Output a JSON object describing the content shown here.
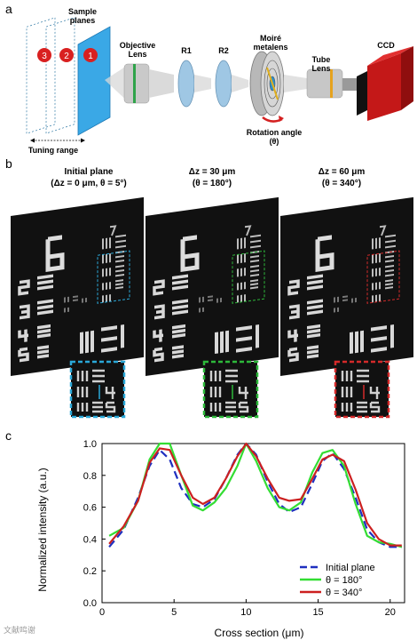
{
  "panel_labels": {
    "a": "a",
    "b": "b",
    "c": "c"
  },
  "schematic": {
    "sample_planes": "Sample planes",
    "plane_numbers": [
      "3",
      "2",
      "1"
    ],
    "tuning_range": "Tuning range",
    "objective_lens": "Objective Lens",
    "r1": "R1",
    "r2": "R2",
    "moire_metalens": "Moiré metalens",
    "rotation_angle": "Rotation angle (θ)",
    "tube_lens": "Tube Lens",
    "ccd": "CCD"
  },
  "images": {
    "captions": [
      {
        "line1": "Initial plane",
        "line2": "(Δz = 0 μm, θ = 5°)"
      },
      {
        "line1": "Δz = 30 μm",
        "line2": "(θ = 180°)"
      },
      {
        "line1": "Δz = 60 μm",
        "line2": "(θ = 340°)"
      }
    ],
    "frame_colors": [
      "#2aa8d8",
      "#2db83a",
      "#d42a2a"
    ]
  },
  "colors": {
    "blue": "#1f2fbf",
    "green": "#33dd33",
    "red": "#cc2020"
  },
  "watermark": "文献鸣谢",
  "chart_data": {
    "type": "line",
    "xlabel": "Cross section (μm)",
    "ylabel": "Normalized intensity (a.u.)",
    "xlim": [
      0,
      21
    ],
    "ylim": [
      0.0,
      1.0
    ],
    "xticks": [
      "0",
      "5",
      "10",
      "15",
      "20"
    ],
    "yticks": [
      "0.0",
      "0.2",
      "0.4",
      "0.6",
      "0.8",
      "1.0"
    ],
    "legend_position": "bottom-right",
    "series": [
      {
        "name": "Initial plane",
        "color": "#1f2fbf",
        "style": "dashed",
        "x": [
          0.5,
          1.5,
          2.5,
          3.3,
          4.0,
          4.7,
          5.5,
          6.3,
          7.0,
          7.8,
          8.6,
          9.4,
          10.0,
          10.7,
          11.5,
          12.3,
          13.0,
          13.8,
          14.6,
          15.3,
          16.0,
          16.8,
          17.6,
          18.4,
          19.2,
          20.0,
          20.8
        ],
        "y": [
          0.35,
          0.46,
          0.66,
          0.86,
          0.96,
          0.9,
          0.72,
          0.62,
          0.6,
          0.65,
          0.78,
          0.93,
          1.0,
          0.93,
          0.76,
          0.62,
          0.57,
          0.6,
          0.75,
          0.89,
          0.94,
          0.84,
          0.66,
          0.46,
          0.38,
          0.35,
          0.35
        ]
      },
      {
        "name": "θ = 180°",
        "color": "#33dd33",
        "style": "solid",
        "x": [
          0.5,
          1.5,
          2.5,
          3.3,
          4.0,
          4.7,
          5.5,
          6.3,
          7.0,
          7.8,
          8.6,
          9.4,
          10.0,
          10.7,
          11.5,
          12.3,
          13.0,
          13.8,
          14.6,
          15.3,
          16.0,
          16.8,
          17.6,
          18.4,
          19.2,
          20.0,
          20.8
        ],
        "y": [
          0.42,
          0.47,
          0.64,
          0.9,
          1.0,
          1.0,
          0.8,
          0.61,
          0.58,
          0.63,
          0.72,
          0.86,
          1.0,
          0.89,
          0.72,
          0.6,
          0.58,
          0.63,
          0.82,
          0.94,
          0.96,
          0.86,
          0.62,
          0.42,
          0.38,
          0.37,
          0.35
        ]
      },
      {
        "name": "θ = 340°",
        "color": "#cc2020",
        "style": "solid",
        "x": [
          0.5,
          1.5,
          2.5,
          3.3,
          4.0,
          4.7,
          5.5,
          6.3,
          7.0,
          7.8,
          8.6,
          9.4,
          10.0,
          10.7,
          11.5,
          12.3,
          13.0,
          13.8,
          14.6,
          15.3,
          16.0,
          16.8,
          17.6,
          18.4,
          19.2,
          20.0,
          20.8
        ],
        "y": [
          0.37,
          0.48,
          0.64,
          0.88,
          0.97,
          0.96,
          0.8,
          0.66,
          0.62,
          0.66,
          0.78,
          0.92,
          1.0,
          0.92,
          0.78,
          0.66,
          0.64,
          0.65,
          0.78,
          0.9,
          0.93,
          0.89,
          0.71,
          0.5,
          0.4,
          0.36,
          0.36
        ]
      }
    ]
  }
}
